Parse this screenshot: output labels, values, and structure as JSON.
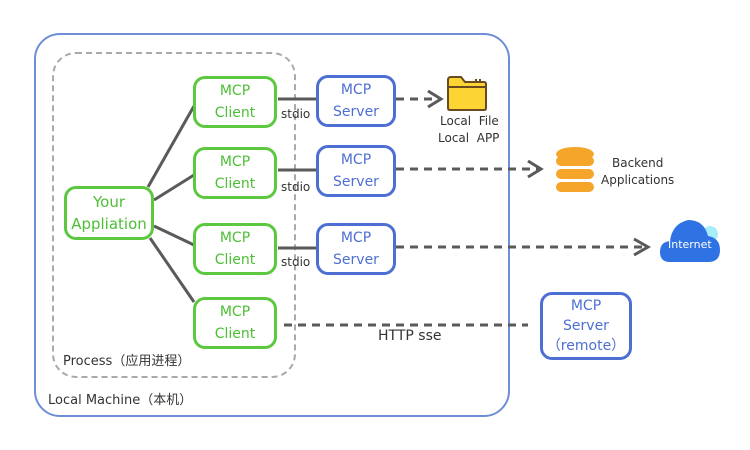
{
  "local_machine": {
    "label": "Local Machine（本机）"
  },
  "process": {
    "label": "Process（应用进程）"
  },
  "application": {
    "label": "Your\nAppliation"
  },
  "clients": [
    {
      "label": "MCP\nClient"
    },
    {
      "label": "MCP\nClient"
    },
    {
      "label": "MCP\nClient"
    },
    {
      "label": "MCP\nClient"
    }
  ],
  "servers": [
    {
      "label": "MCP\nServer",
      "transport": "stdio"
    },
    {
      "label": "MCP\nServer",
      "transport": "stdio"
    },
    {
      "label": "MCP\nServer",
      "transport": "stdio"
    }
  ],
  "remote_server": {
    "label": "MCP\nServer\n（remote）",
    "transport": "HTTP sse"
  },
  "targets": {
    "local": {
      "line1": "Local  File",
      "line2": "Local  APP",
      "icon": "folder-icon"
    },
    "backend": {
      "line1": "Backend",
      "line2": "Applications",
      "icon": "database-icon"
    },
    "internet": {
      "label": "Internet",
      "icon": "cloud-icon"
    }
  },
  "colors": {
    "client": "#5cc840",
    "server": "#4d6fd3",
    "connector": "#555555",
    "folder": "#fcd535",
    "database": "#f4a52a",
    "cloud": "#2f72e4"
  }
}
